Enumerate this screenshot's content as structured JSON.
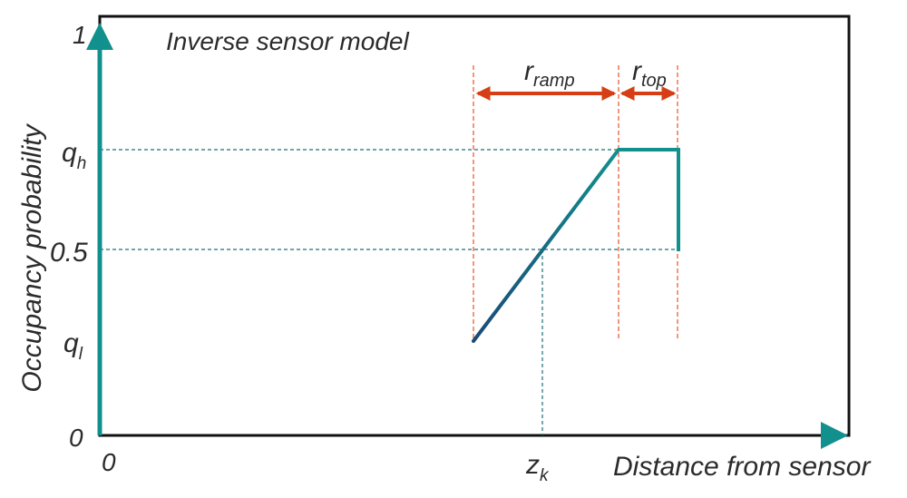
{
  "title": "Inverse sensor model",
  "y_axis": {
    "label": "Occupancy probability",
    "ticks": {
      "one": "1",
      "q_h": "q",
      "q_h_sub": "h",
      "half": "0.5",
      "q_l": "q",
      "q_l_sub": "l",
      "zero": "0"
    }
  },
  "x_axis": {
    "label": "Distance from sensor",
    "ticks": {
      "zero": "0",
      "z_k": "z",
      "z_k_sub": "k"
    }
  },
  "annotations": {
    "r_ramp": "r",
    "r_ramp_sub": "ramp",
    "r_top": "r",
    "r_top_sub": "top"
  },
  "colors": {
    "curve": "#12908e",
    "curve_dark": "#1b4a78",
    "guide": "#1a6f7a",
    "marker": "#e8502a",
    "arrow": "#d63f16",
    "frame": "#111111"
  }
}
